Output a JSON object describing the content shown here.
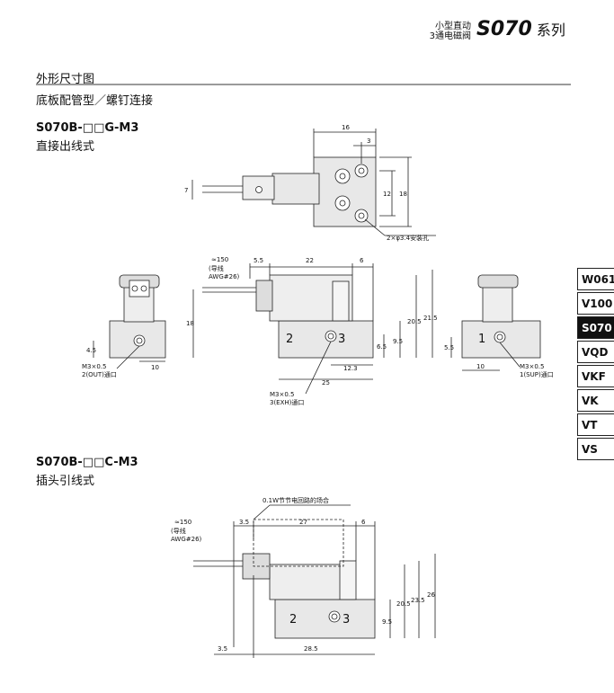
{
  "header": {
    "line1": "小型直动",
    "line2": "3通电磁阀",
    "series_code": "S070",
    "series_word": "系列"
  },
  "section": {
    "title": "外形尺寸图",
    "subtitle": "底板配管型／螺钉连接"
  },
  "drawing1": {
    "model": "S070B-□□G-M3",
    "wiring": "直接出线式",
    "dims": {
      "d16": "16",
      "d3": "3",
      "d7": "7",
      "d12": "12",
      "d18a": "18",
      "hole": "2×φ3.4安装孔",
      "lead": "≈150",
      "wire1": "(导线",
      "wire2": "AWG#26)",
      "d5_5": "5.5",
      "d22": "22",
      "d6": "6",
      "d18b": "18",
      "d20_5": "20.5",
      "d21_5": "21.5",
      "d9_5": "9.5",
      "d6_5": "6.5",
      "d12_3": "12.3",
      "d25": "25",
      "d4_5": "4.5",
      "d10a": "10",
      "d10b": "10",
      "d5_5b": "5.5",
      "port2": "2",
      "port3": "3",
      "port1": "1",
      "m3_out": "M3×0.5",
      "out_port": "2(OUT)通口",
      "m3_exh": "M3×0.5",
      "exh_port": "3(EXH)通口",
      "m3_sup": "M3×0.5",
      "sup_port": "1(SUP)通口"
    }
  },
  "drawing2": {
    "model": "S070B-□□C-M3",
    "wiring": "插头引线式",
    "dims": {
      "note": "0.1W节节电回路的场合",
      "lead": "≈150",
      "wire1": "(导线",
      "wire2": "AWG#26)",
      "d3_5": "3.5",
      "d27": "27",
      "d6": "6",
      "d20_5": "20.5",
      "d23_5": "23.5",
      "d26": "26",
      "d9_5": "9.5",
      "d3_5b": "3.5",
      "d28_5": "28.5",
      "port2": "2",
      "port3": "3"
    }
  },
  "side_tabs": [
    {
      "label": "W061",
      "active": false
    },
    {
      "label": "V100",
      "active": false
    },
    {
      "label": "S070",
      "active": true
    },
    {
      "label": "VQD",
      "active": false
    },
    {
      "label": "VKF",
      "active": false
    },
    {
      "label": "VK",
      "active": false
    },
    {
      "label": "VT",
      "active": false
    },
    {
      "label": "VS",
      "active": false
    }
  ]
}
